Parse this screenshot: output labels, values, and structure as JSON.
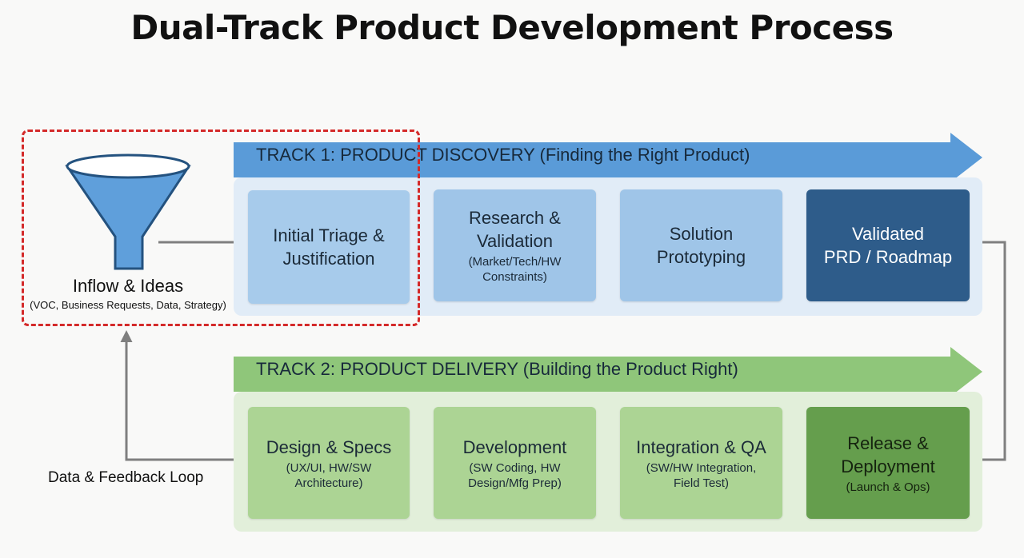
{
  "title": "Dual-Track Product Development Process",
  "inflow": {
    "label": "Inflow & Ideas",
    "sources": "(VOC, Business Requests, Data, Strategy)",
    "icon": "funnel-icon"
  },
  "feedback_loop_label": "Data & Feedback Loop",
  "track1": {
    "banner": "TRACK 1: PRODUCT DISCOVERY (Finding the Right Product)",
    "steps": [
      {
        "title": "Initial Triage &\nJustification",
        "detail": ""
      },
      {
        "title": "Research &\nValidation",
        "detail": "(Market/Tech/HW\nConstraints)"
      },
      {
        "title": "Solution\nPrototyping",
        "detail": ""
      },
      {
        "title": "Validated\nPRD / Roadmap",
        "detail": ""
      }
    ]
  },
  "track2": {
    "banner": "TRACK 2: PRODUCT DELIVERY (Building the Product Right)",
    "steps": [
      {
        "title": "Design & Specs",
        "detail": "(UX/UI, HW/SW\nArchitecture)"
      },
      {
        "title": "Development",
        "detail": "(SW Coding, HW\nDesign/Mfg Prep)"
      },
      {
        "title": "Integration & QA",
        "detail": "(SW/HW Integration,\nField Test)"
      },
      {
        "title": "Release &\nDeployment",
        "detail": "(Launch & Ops)"
      }
    ]
  },
  "colors": {
    "discovery_banner": "#5a9bd8",
    "discovery_panel": "#e1ecf7",
    "discovery_final": "#2e5c8a",
    "delivery_banner": "#8fc67a",
    "delivery_panel": "#e2efda",
    "delivery_final": "#659e4d",
    "highlight": "#d42a2a",
    "connector": "#7f7f7f"
  }
}
